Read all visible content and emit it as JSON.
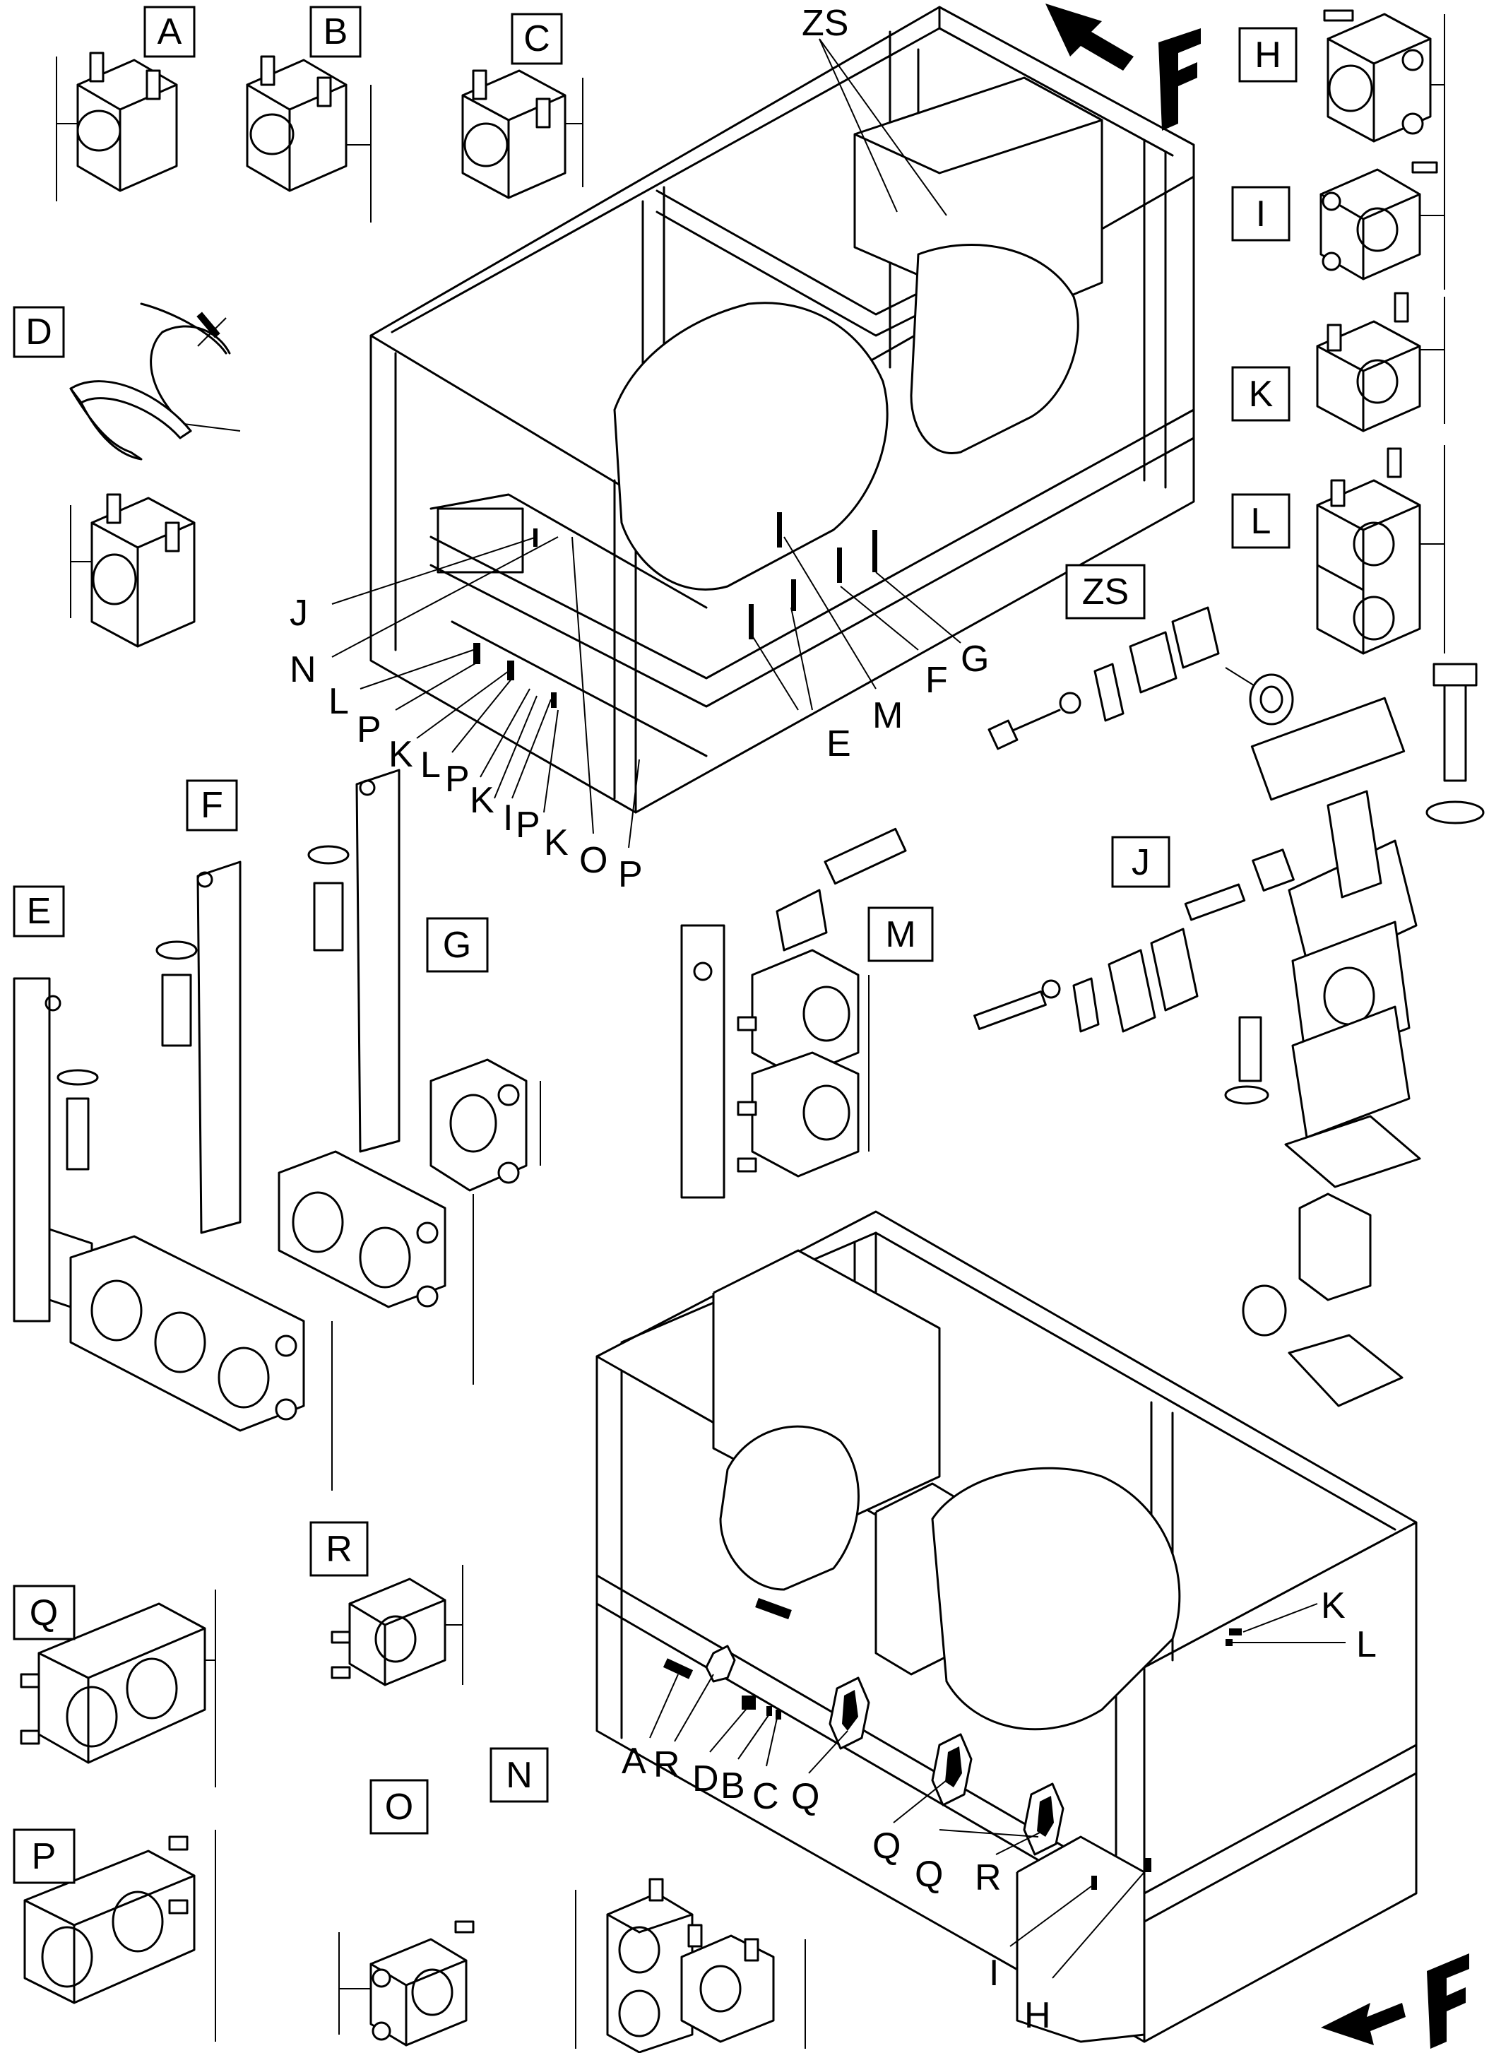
{
  "boxed_labels": [
    "A",
    "B",
    "C",
    "D",
    "E",
    "F",
    "G",
    "H",
    "I",
    "J",
    "K",
    "L",
    "M",
    "N",
    "O",
    "P",
    "Q",
    "R",
    "ZS"
  ],
  "callout_labels": {
    "top_left_group": [
      "J",
      "N",
      "L",
      "P",
      "K",
      "L",
      "P",
      "K",
      "I",
      "P",
      "K",
      "O",
      "P"
    ],
    "top_center_group": [
      "E",
      "M",
      "F",
      "G"
    ],
    "top_zs": "ZS",
    "bottom_group": [
      "A",
      "R",
      "D",
      "B",
      "C",
      "Q",
      "Q",
      "Q",
      "R",
      "I",
      "H",
      "K",
      "L"
    ]
  },
  "direction_marker": "F",
  "colors": {
    "line": "#000000",
    "background": "#ffffff"
  }
}
